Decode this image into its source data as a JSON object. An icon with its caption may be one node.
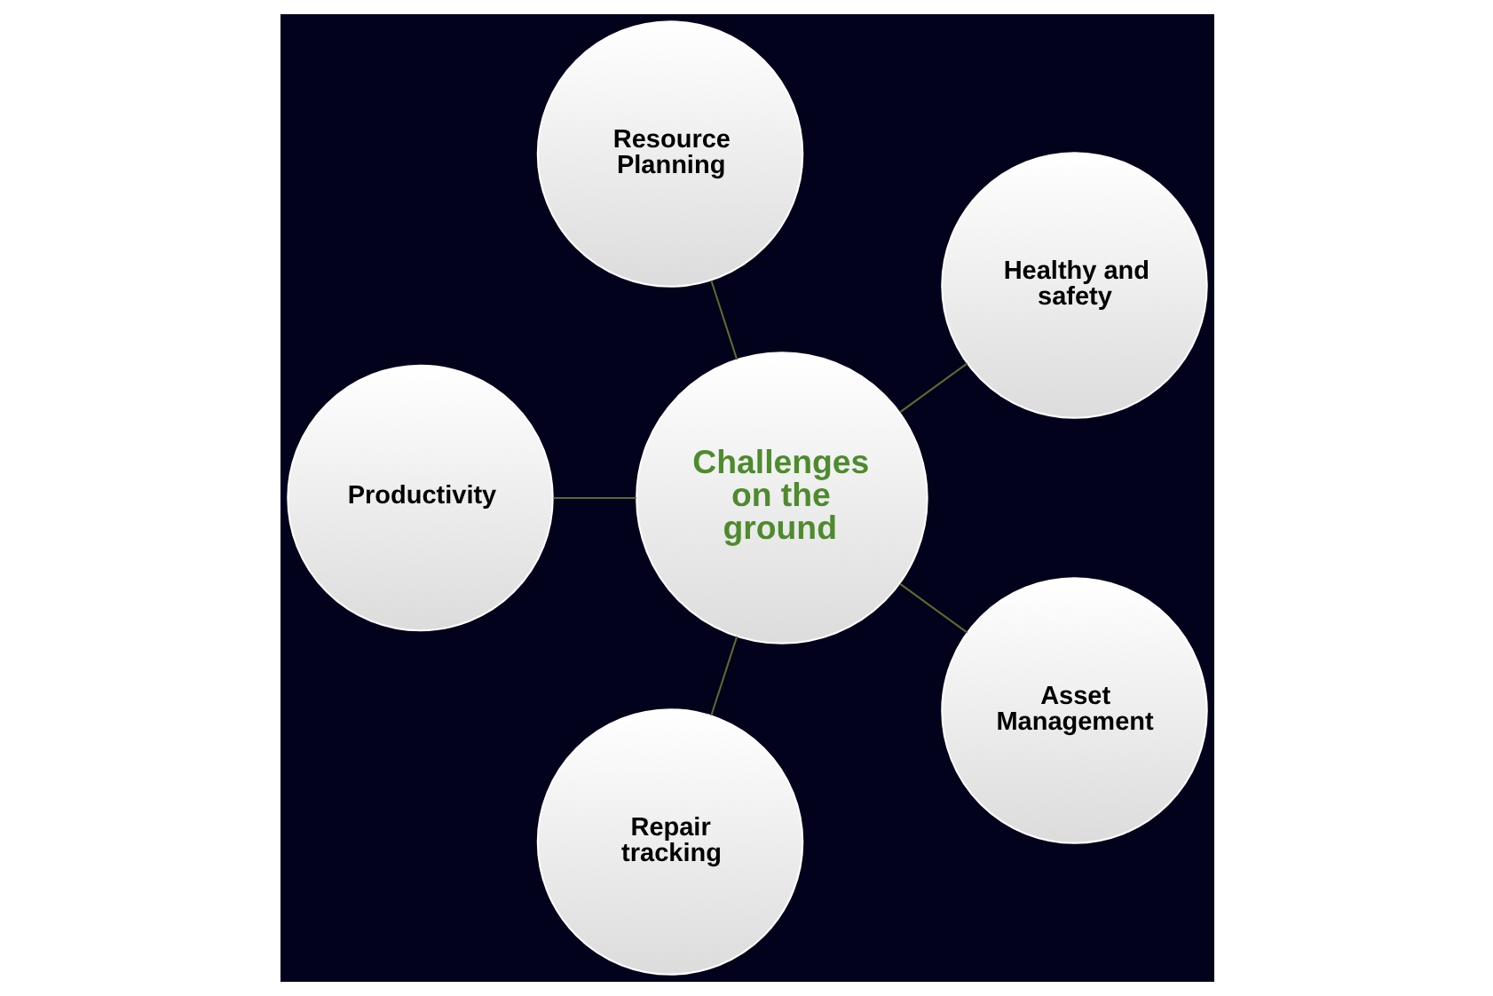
{
  "diagram": {
    "nodes": [
      {
        "text": [
          "Challenges on the ground"
        ]
      },
      {
        "text": [
          "Healthy and safety"
        ]
      },
      {
        "text": [
          "Resource Planning"
        ]
      },
      {
        "text": [
          "Productivity"
        ]
      },
      {
        "text": [
          "Repair tracking"
        ]
      },
      {
        "text": [
          "Asset Management"
        ]
      }
    ],
    "edges": [
      {
        "from": 0,
        "to": 1,
        "arrow": "none"
      },
      {
        "from": 0,
        "to": 2,
        "arrow": "none"
      },
      {
        "from": 0,
        "to": 3,
        "arrow": "none"
      },
      {
        "from": 0,
        "to": 4,
        "arrow": "none"
      },
      {
        "from": 0,
        "to": 5,
        "arrow": "none"
      }
    ]
  }
}
